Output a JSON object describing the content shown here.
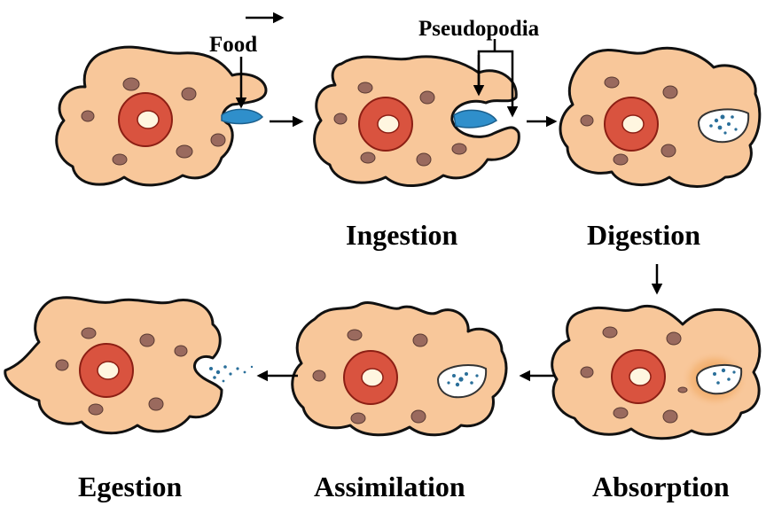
{
  "title": "",
  "labels": {
    "food": "Food",
    "pseudopodia": "Pseudopodia",
    "ingestion": "Ingestion",
    "digestion": "Digestion",
    "absorption": "Absorption",
    "assimilation": "Assimilation",
    "egestion": "Egestion"
  },
  "colors": {
    "cytoplasm": "#f8c79a",
    "nucleus": "#d9533f",
    "food": "#2f8fcb",
    "outline": "#111111"
  }
}
